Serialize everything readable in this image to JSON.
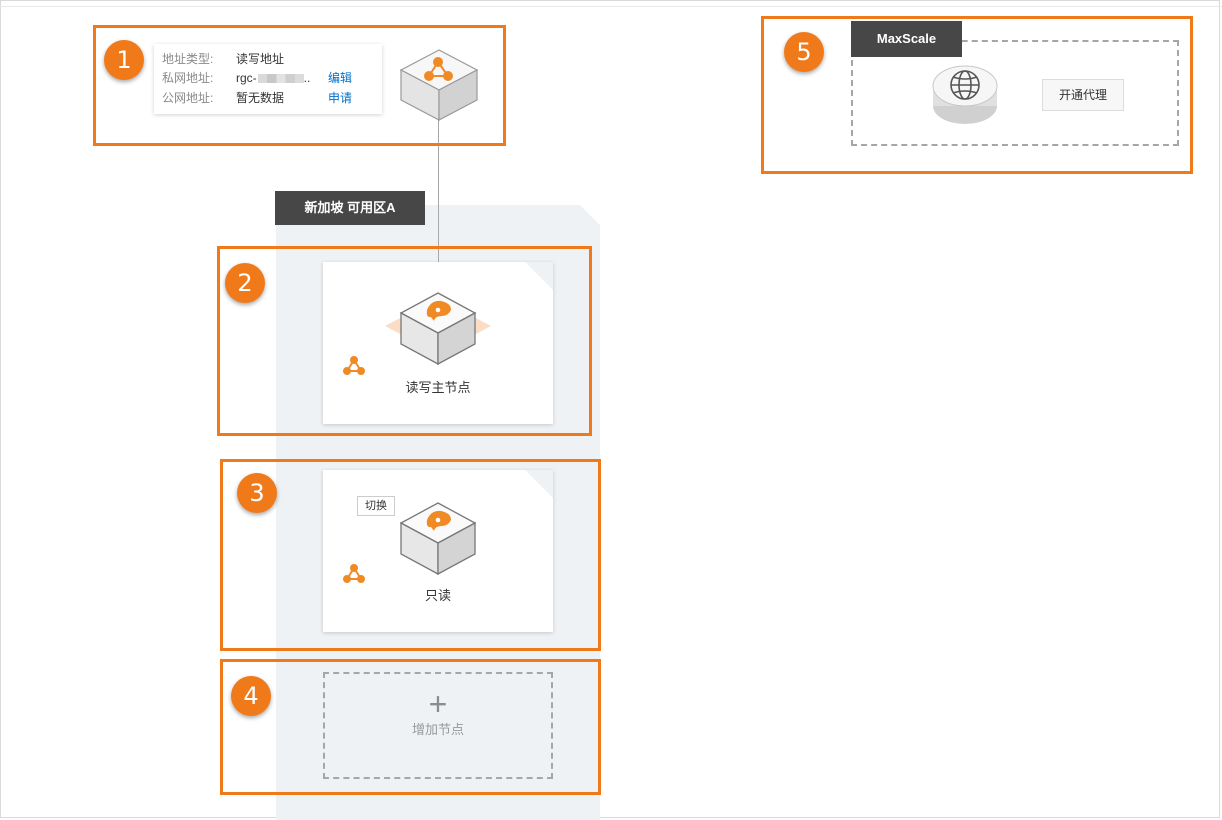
{
  "callouts": [
    "1",
    "2",
    "3",
    "4",
    "5"
  ],
  "address": {
    "type_label": "地址类型:",
    "type_value": "读写地址",
    "private_label": "私网地址:",
    "private_value": "rgc-",
    "private_suffix": "..",
    "private_action": "编辑",
    "public_label": "公网地址:",
    "public_value": "暂无数据",
    "public_action": "申请"
  },
  "zone": {
    "label": "新加坡 可用区A"
  },
  "nodes": {
    "primary": {
      "label": "读写主节点"
    },
    "readonly": {
      "label": "只读",
      "switch_label": "切换"
    },
    "add": {
      "plus": "+",
      "label": "增加节点"
    }
  },
  "maxscale": {
    "label": "MaxScale",
    "button": "开通代理"
  },
  "colors": {
    "accent": "#f07a1a",
    "dark_tag": "#474747",
    "link": "#0070cc",
    "zone_bg": "#eff2f5"
  },
  "icons": [
    "network-cube-icon",
    "database-cube-icon",
    "node-cluster-icon",
    "globe-icon"
  ]
}
